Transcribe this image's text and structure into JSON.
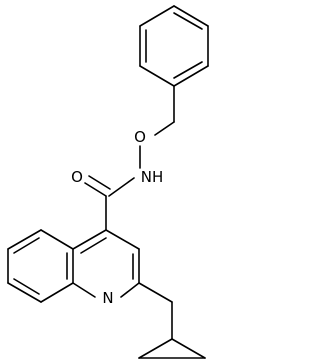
{
  "structure": {
    "atoms": {
      "nh": "NH",
      "o_ether": "O",
      "o_carbonyl": "O",
      "n_ring": "N"
    },
    "bond_color": "#000000",
    "background": "#ffffff"
  }
}
